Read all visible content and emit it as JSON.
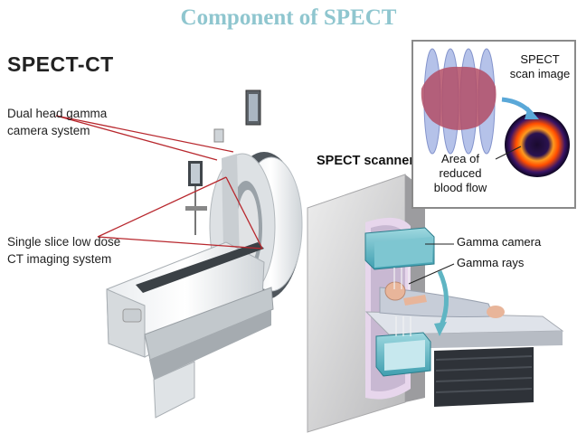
{
  "slide": {
    "title": "Component of SPECT",
    "title_color": "#8fc6cf"
  },
  "left_figure": {
    "title": "SPECT-CT",
    "callouts": [
      {
        "line1": "Dual head gamma",
        "line2": "camera system"
      },
      {
        "line1": "Single slice low dose",
        "line2": "CT imaging system"
      }
    ],
    "callout_line_color": "#b8282e"
  },
  "right_figure": {
    "title": "SPECT scanner",
    "labels": {
      "gamma_camera": "Gamma camera",
      "gamma_rays": "Gamma rays"
    }
  },
  "inset": {
    "scan_image_line1": "SPECT",
    "scan_image_line2": "scan image",
    "reduced_line1": "Area of",
    "reduced_line2": "reduced",
    "reduced_line3": "blood flow"
  }
}
